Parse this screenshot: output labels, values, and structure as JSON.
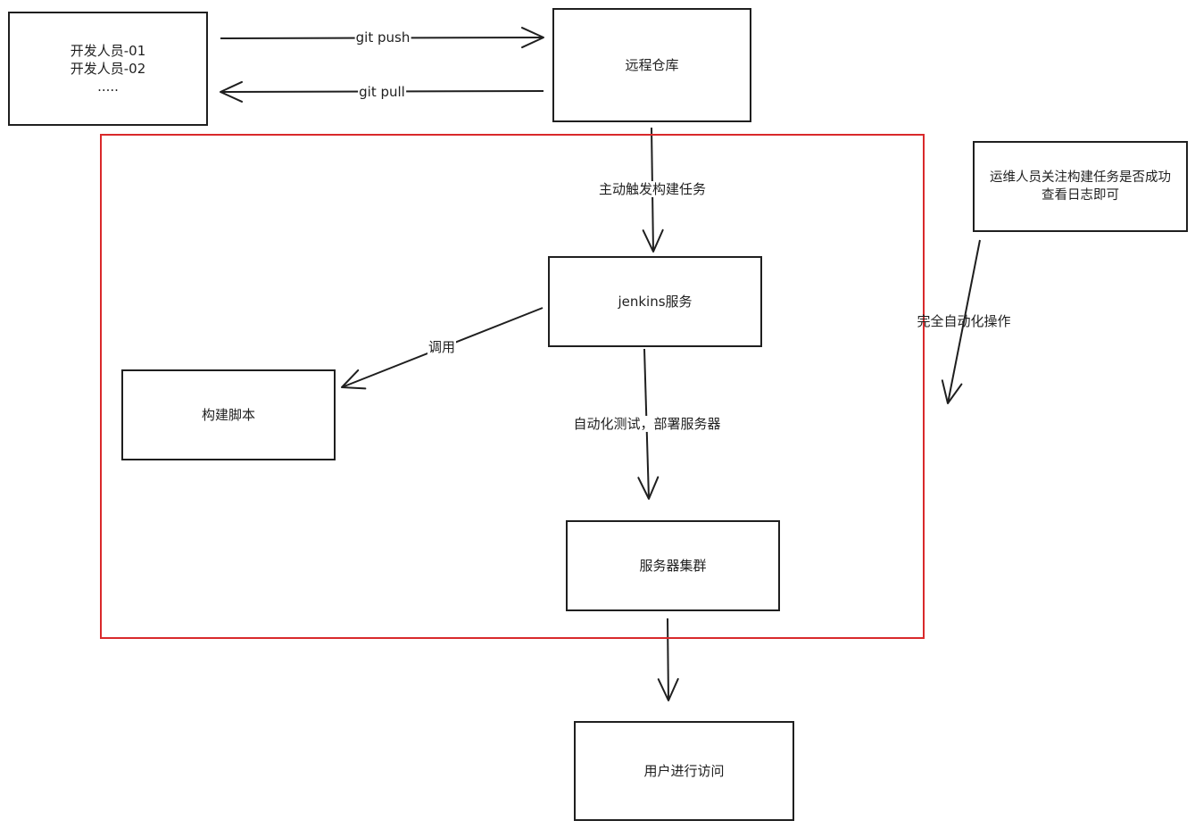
{
  "nodes": {
    "developers": {
      "text": "开发人员-01\n开发人员-02\n....."
    },
    "remote_repo": {
      "text": "远程仓库"
    },
    "jenkins": {
      "text": "jenkins服务"
    },
    "build_script": {
      "text": "构建脚本"
    },
    "server_cluster": {
      "text": "服务器集群"
    },
    "user_access": {
      "text": "用户进行访问"
    },
    "ops_note": {
      "text": "运维人员关注构建任务是否成功\n查看日志即可"
    }
  },
  "edges": {
    "git_push": "git push",
    "git_pull": "git pull",
    "trigger_build": "主动触发构建任务",
    "invoke": "调用",
    "test_deploy": "自动化测试，部署服务器",
    "full_automation": "完全自动化操作"
  },
  "colors": {
    "stroke": "#1f1f1f",
    "region_border": "#d9292b"
  }
}
